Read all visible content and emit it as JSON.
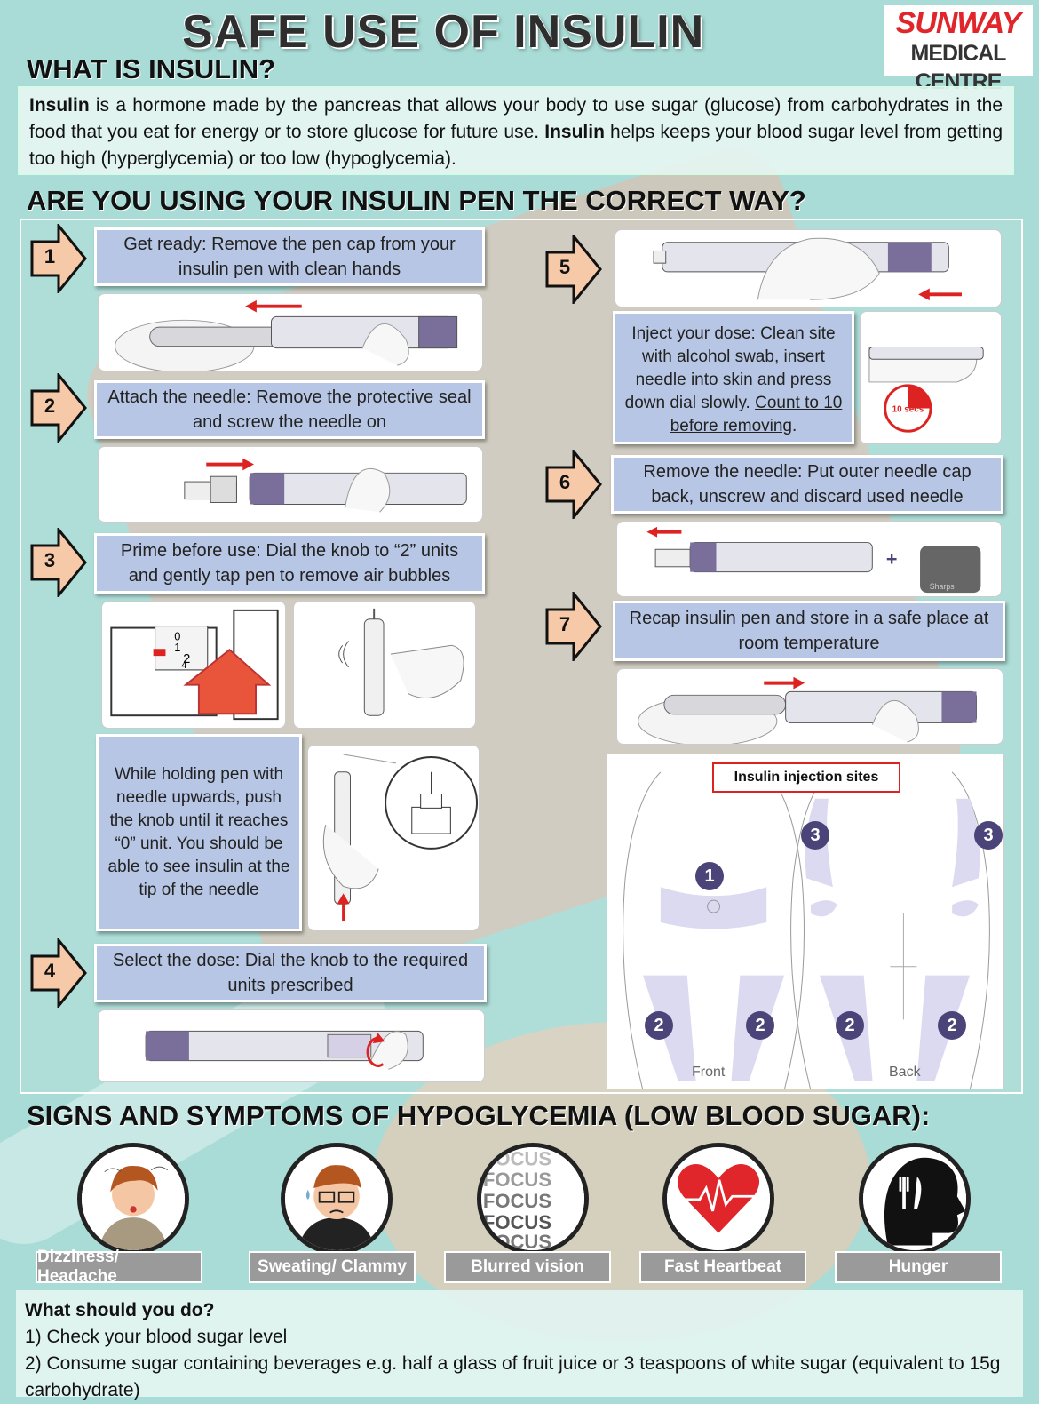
{
  "title": "SAFE USE OF INSULIN",
  "logo": {
    "line1": "SUNWAY",
    "line2": "MEDICAL CENTRE"
  },
  "what_is": {
    "heading": "WHAT IS INSULIN?",
    "word1": "Insulin",
    "text1": " is a hormone made by the pancreas that allows your body to use sugar (glucose) from carbohydrates in the food that you eat for energy or to store glucose for future use. ",
    "word2": "Insulin",
    "text2": " helps keeps your blood sugar level from getting too high (hyperglycemia) or too low (hypoglycemia)."
  },
  "pen_heading": "ARE YOU USING YOUR INSULIN PEN THE CORRECT WAY?",
  "steps": [
    {
      "num": "1",
      "text": "Get ready: Remove the pen cap from your insulin pen with clean hands"
    },
    {
      "num": "2",
      "text": "Attach the needle: Remove the protective seal and screw the needle on"
    },
    {
      "num": "3",
      "text": "Prime before use: Dial the knob to “2” units and gently tap pen to remove air bubbles"
    },
    {
      "num": "4",
      "text": "Select the dose: Dial the knob to the required units prescribed"
    },
    {
      "num": "5",
      "text_a": "Inject your dose: Clean site with alcohol swab, insert needle into skin and press down dial slowly. ",
      "text_b": "Count to 10 before removing",
      "text_c": "."
    },
    {
      "num": "6",
      "text": "Remove the needle: Put outer needle cap back, unscrew and discard used needle"
    },
    {
      "num": "7",
      "text": "Recap insulin pen and store in a safe place at room temperature"
    }
  ],
  "prime_note": "While holding pen with needle upwards, push the knob until it reaches “0” unit. You should be able to see insulin at the tip of the needle",
  "timer_label": "10 secs",
  "sharps_label": "Sharps",
  "dial_numbers": [
    "0",
    "1",
    "2",
    "4"
  ],
  "injection_sites": {
    "label": "Insulin injection sites",
    "front": "Front",
    "back": "Back",
    "markers": [
      "1",
      "2",
      "2",
      "2",
      "2",
      "3",
      "3"
    ]
  },
  "hypo_heading": "SIGNS AND SYMPTOMS OF HYPOGLYCEMIA (LOW BLOOD SUGAR):",
  "symptoms": [
    {
      "label": "Dizziness/ Headache",
      "icon": "dizzy-woman-icon"
    },
    {
      "label": "Sweating/ Clammy",
      "icon": "sweating-man-icon"
    },
    {
      "label": "Blurred vision",
      "icon": "blurred-focus-icon"
    },
    {
      "label": "Fast Heartbeat",
      "icon": "heartbeat-icon"
    },
    {
      "label": "Hunger",
      "icon": "hunger-head-icon"
    }
  ],
  "focus_word": "FOCUS",
  "todo": {
    "question": "What should you do?",
    "items": [
      "1) Check your blood sugar level",
      "2) Consume sugar containing beverages e.g. half a glass of fruit juice or 3 teaspoons of white sugar (equivalent to 15g carbohydrate)"
    ]
  },
  "colors": {
    "step_box": "#b7c6e4",
    "arrow_fill": "#f6c9a8",
    "background": "#a9dcd6",
    "site_marker": "#4b4478",
    "alert_red": "#e0262b"
  }
}
